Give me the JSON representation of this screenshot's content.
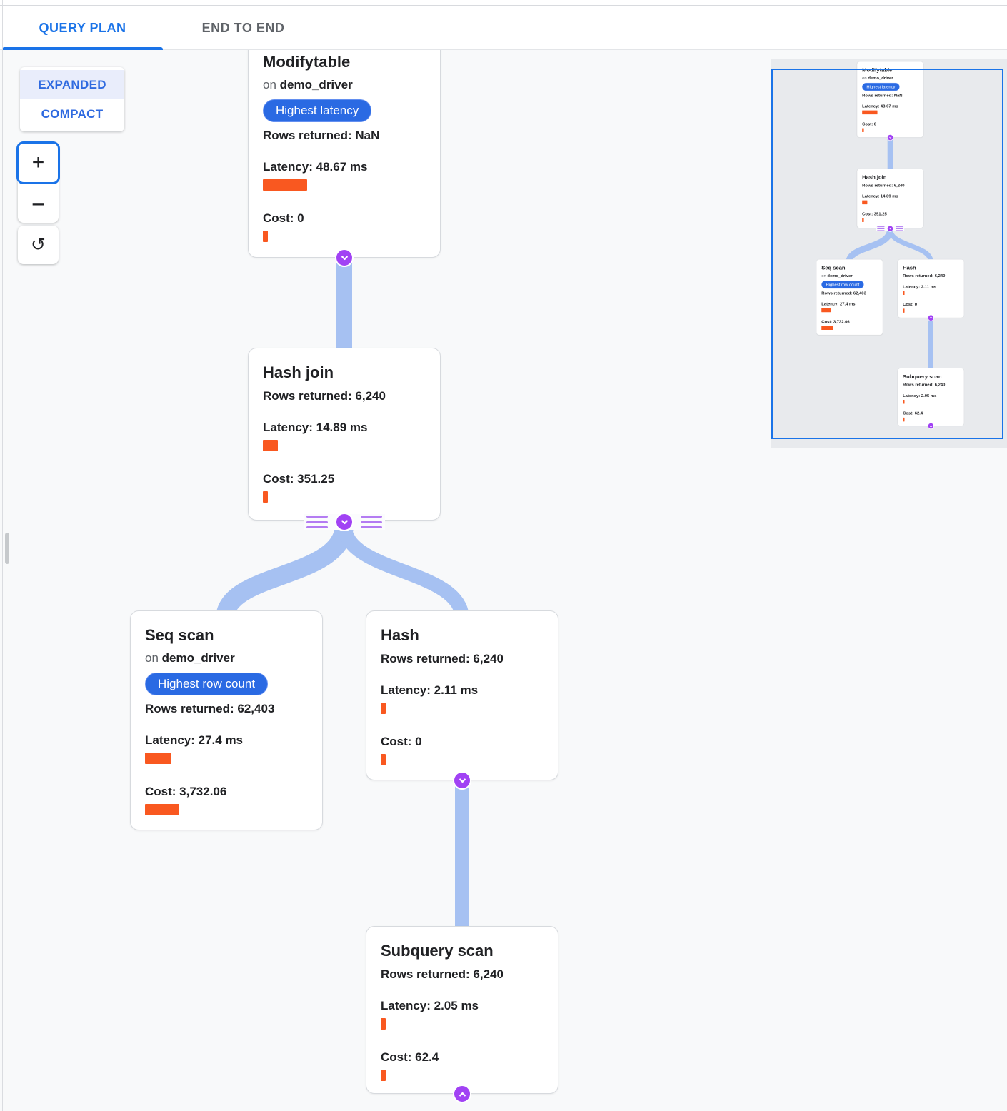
{
  "tabs": {
    "query_plan": "QUERY PLAN",
    "end_to_end": "END TO END"
  },
  "view_toggle": {
    "expanded": "EXPANDED",
    "compact": "COMPACT"
  },
  "zoom_controls": {
    "zoom_in": "+",
    "zoom_out": "−",
    "reset": "↺"
  },
  "colors": {
    "accent_blue": "#1a73e8",
    "badge_blue": "#2a6ae3",
    "edge_blue": "#a6c1f2",
    "connector_purple": "#a142f4",
    "metric_bar_orange": "#f95820",
    "canvas_bg": "#f8f9fa",
    "minimap_bg": "#e8eaed"
  },
  "nodes": [
    {
      "title": "Modifytable",
      "on_prefix": "on ",
      "table": "demo_driver",
      "badge": "Highest latency",
      "rows": "Rows returned: NaN",
      "latency": "Latency: 48.67 ms",
      "latency_bar": "62px",
      "cost": "Cost: 0",
      "cost_bar": "7px"
    },
    {
      "title": "Hash join",
      "rows": "Rows returned: 6,240",
      "latency": "Latency: 14.89 ms",
      "latency_bar": "21px",
      "cost": "Cost: 351.25",
      "cost_bar": "7px"
    },
    {
      "title": "Seq scan",
      "on_prefix": "on ",
      "table": "demo_driver",
      "badge": "Highest row count",
      "rows": "Rows returned: 62,403",
      "latency": "Latency: 27.4 ms",
      "latency_bar": "37px",
      "cost": "Cost: 3,732.06",
      "cost_bar": "48px"
    },
    {
      "title": "Hash",
      "rows": "Rows returned: 6,240",
      "latency": "Latency: 2.11 ms",
      "latency_bar": "7px",
      "cost": "Cost: 0",
      "cost_bar": "7px"
    },
    {
      "title": "Subquery scan",
      "rows": "Rows returned: 6,240",
      "latency": "Latency: 2.05 ms",
      "latency_bar": "7px",
      "cost": "Cost: 62.4",
      "cost_bar": "7px"
    }
  ]
}
